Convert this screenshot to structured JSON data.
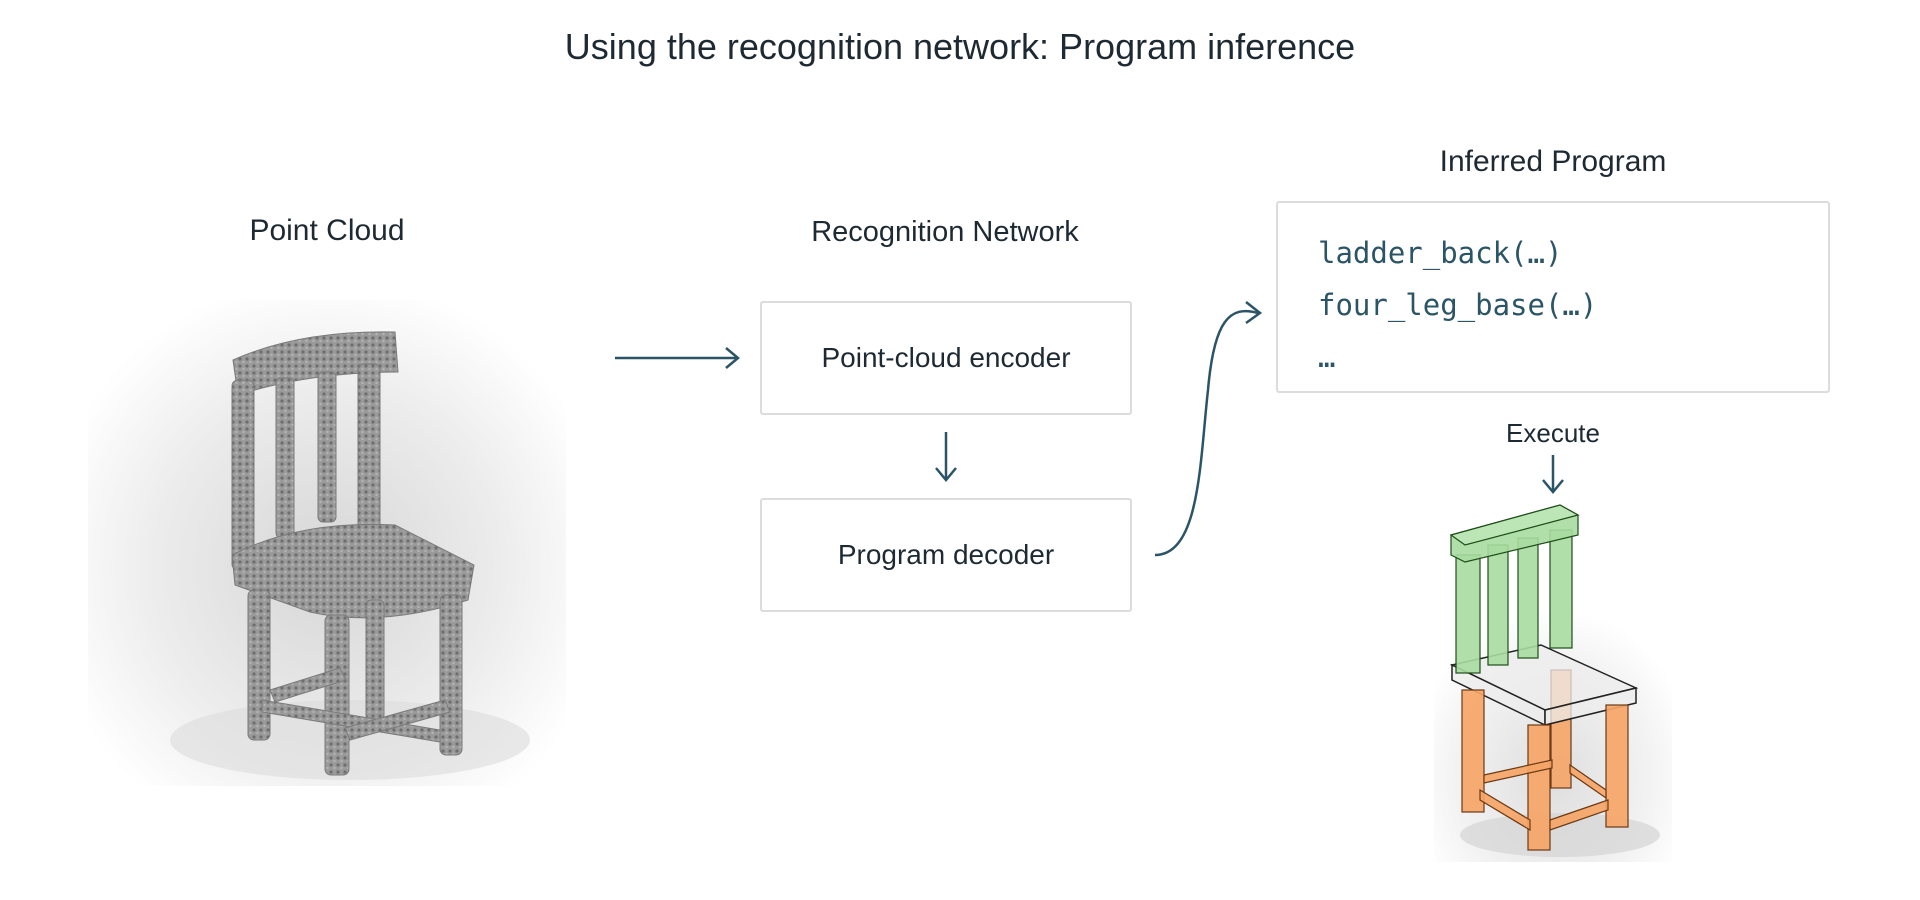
{
  "title": "Using the recognition network: Program inference",
  "point_cloud": {
    "label": "Point Cloud"
  },
  "network": {
    "label": "Recognition Network",
    "encoder": "Point-cloud encoder",
    "decoder": "Program decoder"
  },
  "program": {
    "label": "Inferred Program",
    "lines": [
      "ladder_back(…)",
      "four_leg_base(…)",
      "…"
    ]
  },
  "execute_label": "Execute",
  "colors": {
    "arrow": "#2b5566",
    "text": "#1e2a33",
    "back_part": "#a9dca0",
    "leg_part": "#f5a567",
    "point_cloud": "#8c8c8c"
  }
}
